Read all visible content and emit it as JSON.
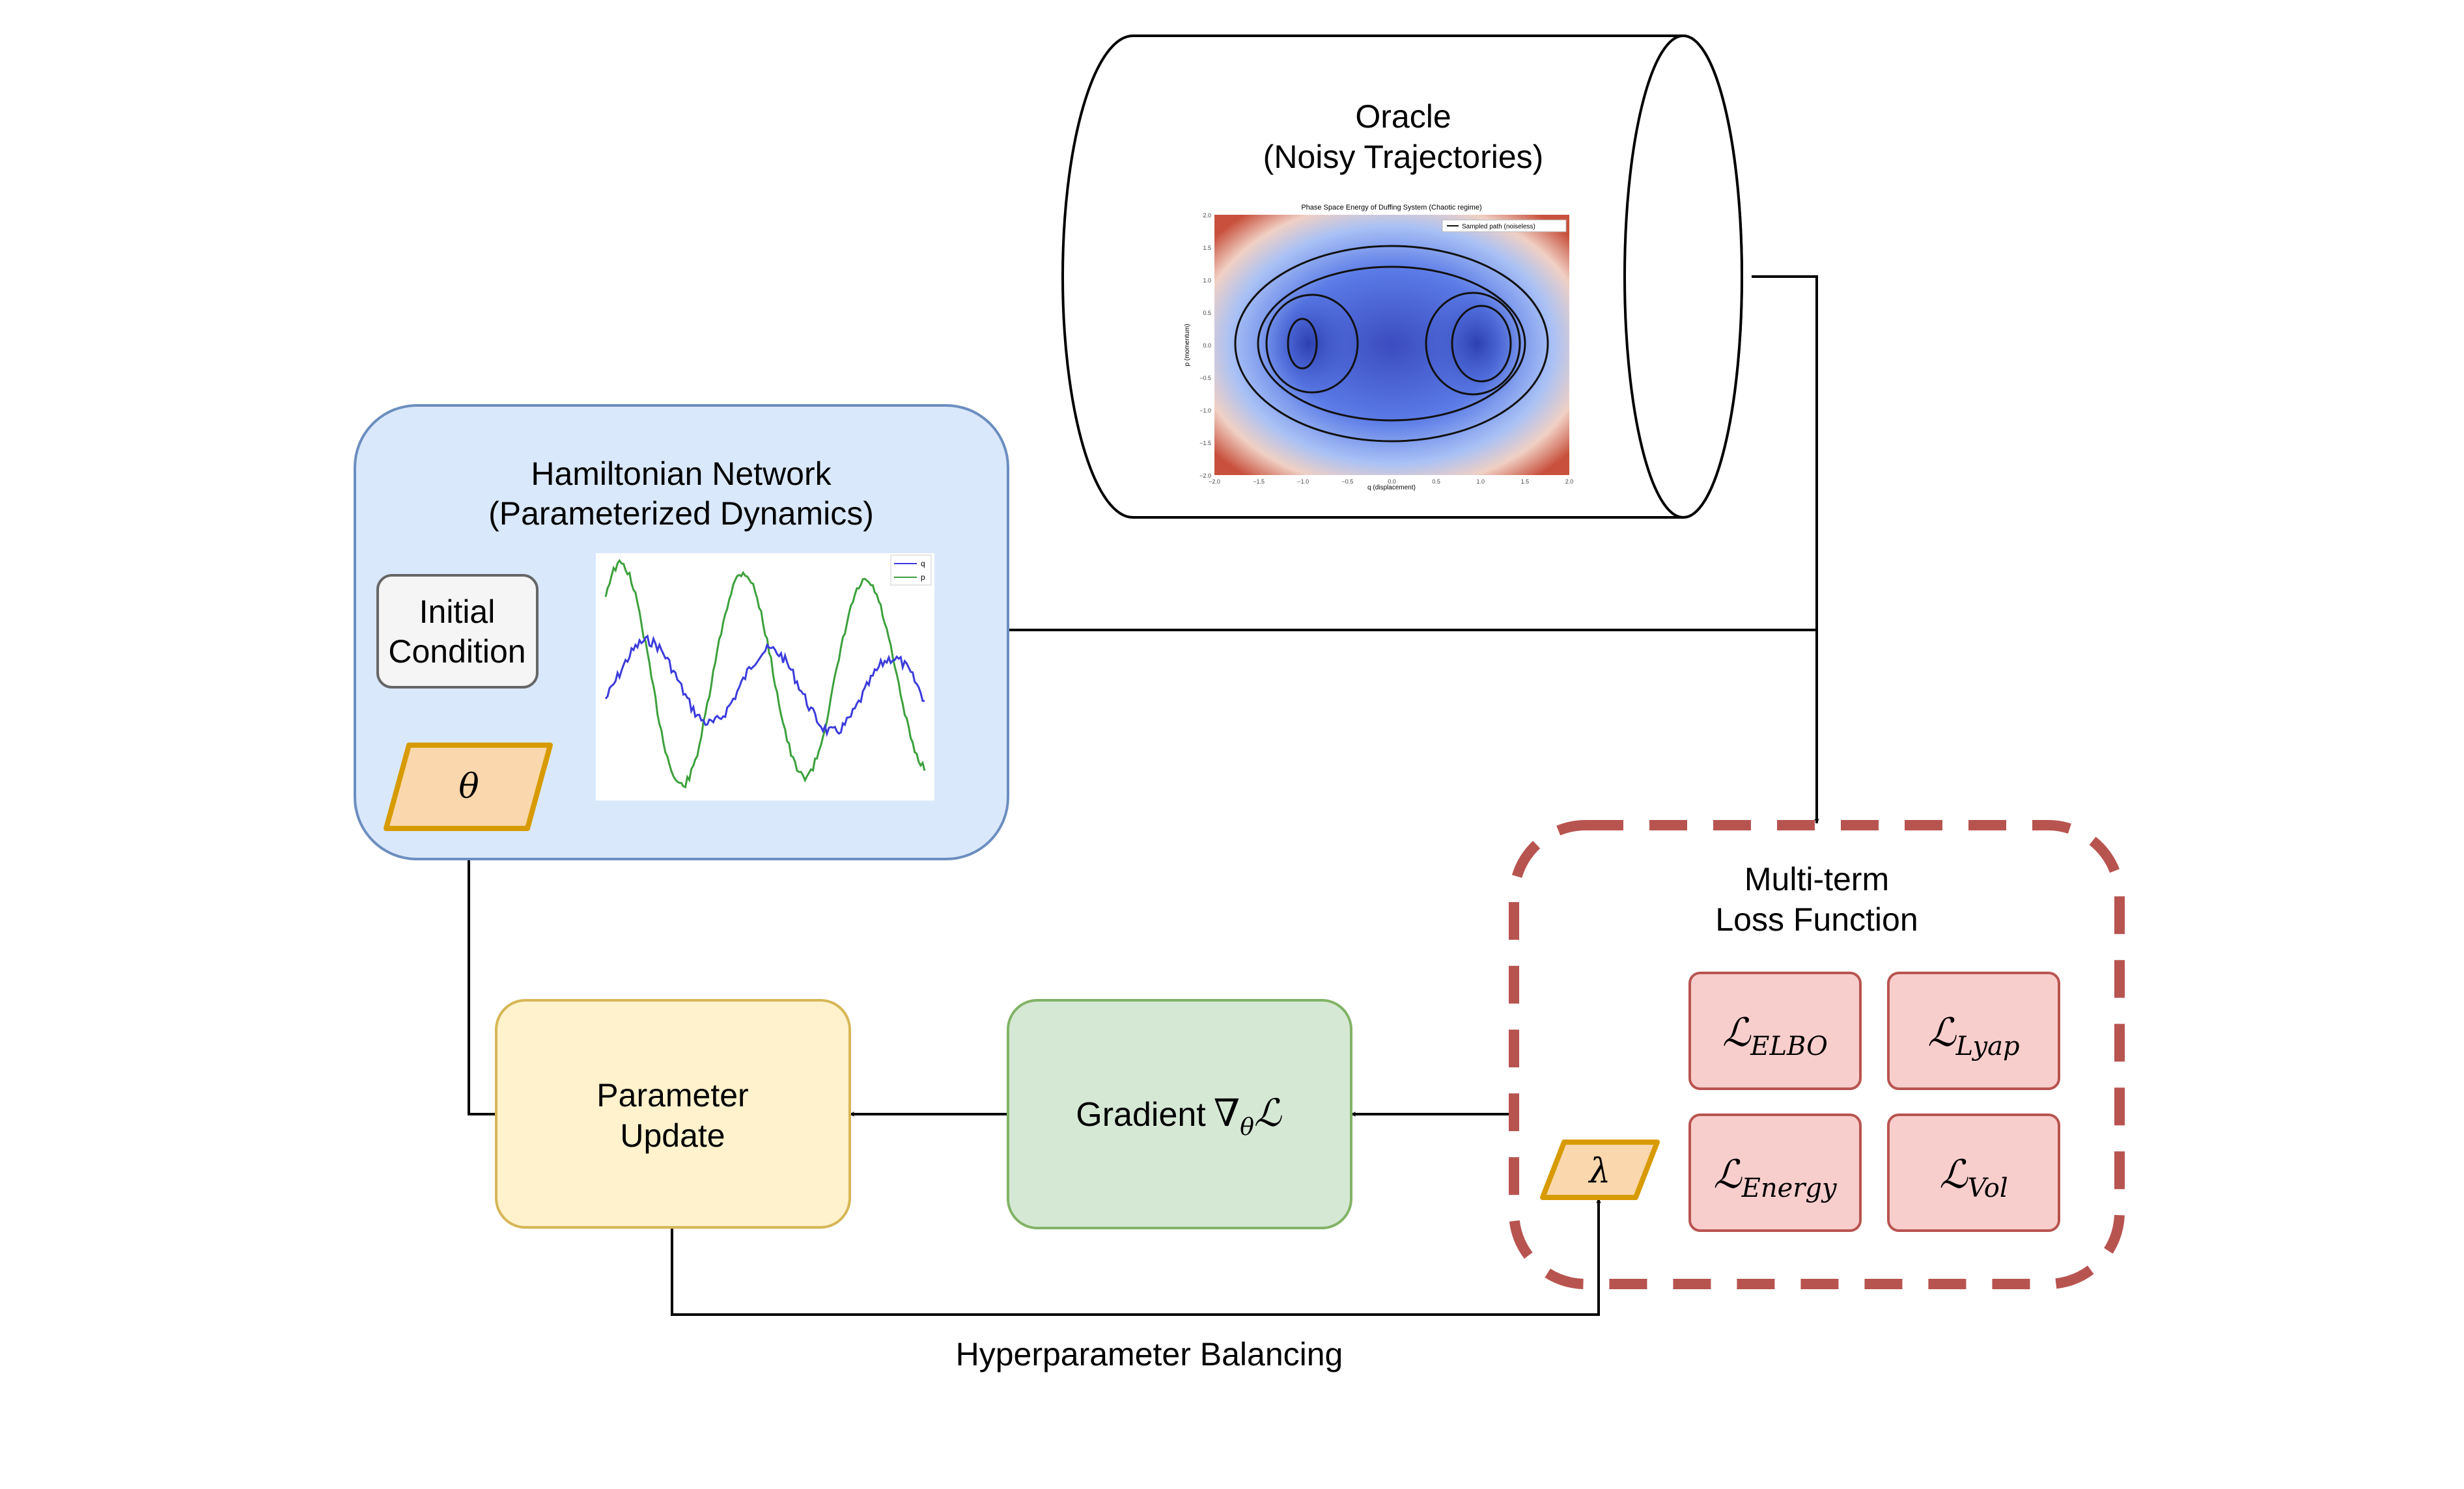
{
  "oracle": {
    "title_line1": "Oracle",
    "title_line2": "(Noisy Trajectories)",
    "plot_title": "Phase Space Energy of Duffing System (Chaotic regime)",
    "plot_legend": "Sampled path (noiseless)",
    "plot_xlabel": "q (displacement)",
    "plot_ylabel": "p (momentum)",
    "x_ticks": [
      "−2.0",
      "−1.5",
      "−1.0",
      "−0.5",
      "0.0",
      "0.5",
      "1.0",
      "1.5",
      "2.0"
    ],
    "y_ticks": [
      "2.0",
      "1.5",
      "1.0",
      "0.5",
      "0.0",
      "−0.5",
      "−1.0",
      "−1.5",
      "−2.0"
    ]
  },
  "hamiltonian": {
    "title_line1": "Hamiltonian Network",
    "title_line2": "(Parameterized Dynamics)",
    "initial_line1": "Initial",
    "initial_line2": "Condition",
    "theta": "θ",
    "legend_q": "q",
    "legend_p": "p"
  },
  "loss": {
    "title_line1": "Multi-term",
    "title_line2": "Loss Function",
    "lambda": "λ",
    "terms": [
      {
        "symbol": "ℒ",
        "sub": "ELBO"
      },
      {
        "symbol": "ℒ",
        "sub": "Lyap"
      },
      {
        "symbol": "ℒ",
        "sub": "Energy"
      },
      {
        "symbol": "ℒ",
        "sub": "Vol"
      }
    ]
  },
  "gradient": {
    "label": "Gradient",
    "nabla": "∇",
    "sub": "θ",
    "symbol": "ℒ"
  },
  "update": {
    "line1": "Parameter",
    "line2": "Update"
  },
  "edges": {
    "hyper_label": "Hyperparameter Balancing"
  },
  "colors": {
    "hamiltonian_fill": "#dae8fc",
    "hamiltonian_stroke": "#6c8ebf",
    "param_fill": "#fad7ac",
    "param_stroke": "#d79b00",
    "loss_stroke": "#b85450",
    "term_fill": "#f8cecc",
    "gradient_fill": "#d5e8d4",
    "gradient_stroke": "#82b366",
    "update_fill": "#fff2cc",
    "update_stroke": "#d6b656",
    "q_series": "#3c3cdc",
    "p_series": "#3ca03c"
  }
}
